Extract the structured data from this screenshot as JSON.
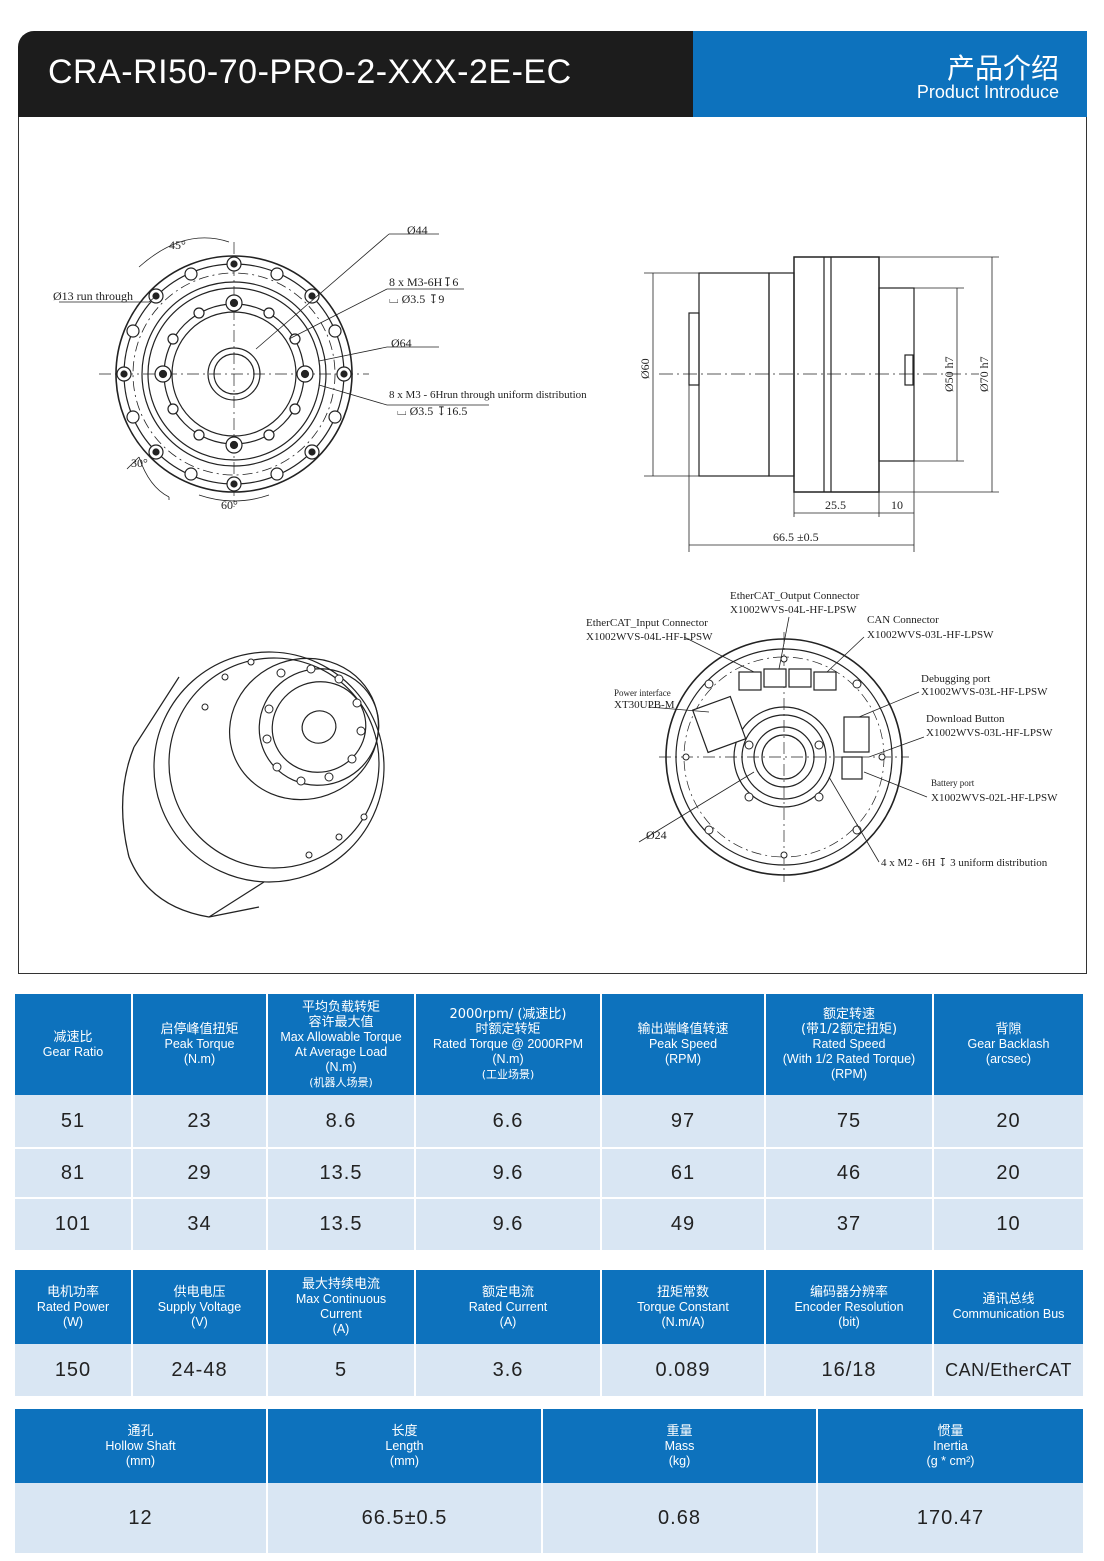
{
  "header": {
    "model": "CRA-RI50-70-PRO-2-XXX-2E-EC",
    "section_zh": "产品介绍",
    "section_en": "Product Introduce"
  },
  "drawing": {
    "front": {
      "d44": "Ø44",
      "thread1": "8 x M3-6H↧6",
      "cbore1": "⌴ Ø3.5 ↧9",
      "d64": "Ø64",
      "thread2": "8 x M3 - 6Hrun through uniform distribution",
      "cbore2": "⌴ Ø3.5 ↧16.5",
      "d13": "Ø13 run through",
      "a45": "45°",
      "a30": "30°",
      "a60": "60°"
    },
    "side": {
      "d60": "Ø60",
      "d50": "Ø50 h7",
      "d70": "Ø70 h7",
      "l255": "25.5",
      "l10": "10",
      "len": "66.5 ±0.5"
    },
    "rear": {
      "ecat_out_title": "EtherCAT_Output Connector",
      "ecat_out_pn": "X1002WVS-04L-HF-LPSW",
      "ecat_in_title": "EtherCAT_Input Connector",
      "ecat_in_pn": "X1002WVS-04L-HF-LPSW",
      "can_title": "CAN Connector",
      "can_pn": "X1002WVS-03L-HF-LPSW",
      "debug_title": "Debugging port",
      "debug_pn": "X1002WVS-03L-HF-LPSW",
      "power_title": "Power interface",
      "power_pn": "XT30UPB-M",
      "download_title": "Download Button",
      "download_pn": "X1002WVS-03L-HF-LPSW",
      "battery_title": "Battery port",
      "battery_pn": "X1002WVS-02L-HF-LPSW",
      "d24": "Ø24",
      "thread": "4 x M2 - 6H ↧ 3 uniform distribution"
    }
  },
  "table1": {
    "headers": [
      [
        "减速比",
        "Gear Ratio"
      ],
      [
        "启停峰值扭矩",
        "Peak Torque",
        "(N.m)"
      ],
      [
        "平均负载转矩",
        "容许最大值",
        "Max Allowable Torque",
        "At Average Load",
        "(N.m)",
        "(机器人场景)"
      ],
      [
        "2000rpm/ (减速比)",
        "时额定转矩",
        "Rated Torque @ 2000RPM",
        "(N.m)",
        "(工业场景)"
      ],
      [
        "输出端峰值转速",
        "Peak Speed",
        "(RPM)"
      ],
      [
        "额定转速",
        "(带1/2额定扭矩)",
        "Rated Speed",
        "(With 1/2 Rated Torque)",
        "(RPM)"
      ],
      [
        "背隙",
        "Gear Backlash",
        "(arcsec)"
      ]
    ],
    "rows": [
      [
        "51",
        "23",
        "8.6",
        "6.6",
        "97",
        "75",
        "20"
      ],
      [
        "81",
        "29",
        "13.5",
        "9.6",
        "61",
        "46",
        "20"
      ],
      [
        "101",
        "34",
        "13.5",
        "9.6",
        "49",
        "37",
        "10"
      ]
    ]
  },
  "table2": {
    "headers": [
      [
        "电机功率",
        "Rated Power",
        "(W)"
      ],
      [
        "供电电压",
        "Supply Voltage",
        "(V)"
      ],
      [
        "最大持续电流",
        "Max Continuous",
        "Current",
        "(A)"
      ],
      [
        "额定电流",
        "Rated Current",
        "(A)"
      ],
      [
        "扭矩常数",
        "Torque Constant",
        "(N.m/A)"
      ],
      [
        "编码器分辨率",
        "Encoder Resolution",
        "(bit)"
      ],
      [
        "通讯总线",
        "Communication Bus"
      ]
    ],
    "rows": [
      [
        "150",
        "24-48",
        "5",
        "3.6",
        "0.089",
        "16/18",
        "CAN/EtherCAT"
      ]
    ]
  },
  "table3": {
    "headers": [
      [
        "通孔",
        "Hollow Shaft",
        "(mm)"
      ],
      [
        "长度",
        "Length",
        "(mm)"
      ],
      [
        "重量",
        "Mass",
        "(kg)"
      ],
      [
        "惯量",
        "Inertia",
        "(g * cm²)"
      ]
    ],
    "rows": [
      [
        "12",
        "66.5±0.5",
        "0.68",
        "170.47"
      ]
    ]
  }
}
